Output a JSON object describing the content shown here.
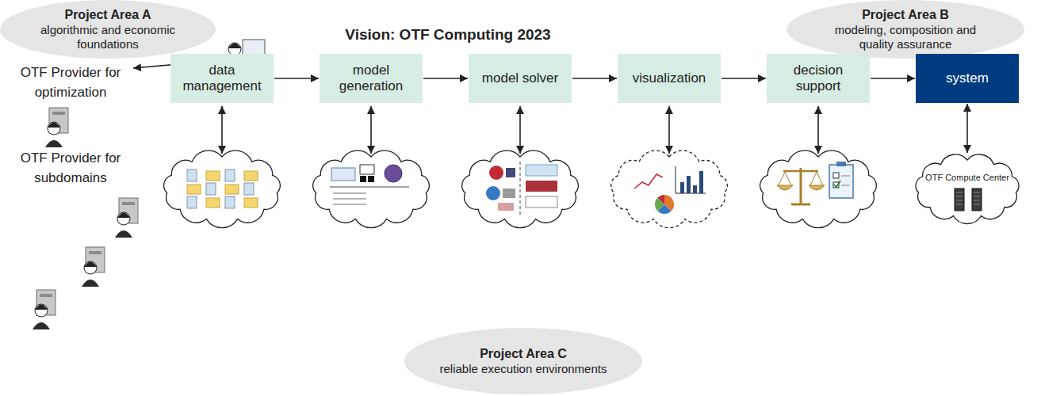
{
  "diagram": {
    "title": "Vision: OTF Computing 2023",
    "nodes": [
      {
        "text": [
          "Project Area A",
          "algorithmic and economic foundations"
        ]
      },
      {
        "text": [
          "Project Area B",
          "modeling, composition and quality assurance"
        ]
      },
      {
        "text": [
          "data management"
        ]
      },
      {
        "text": [
          "model generation"
        ]
      },
      {
        "text": [
          "model solver"
        ]
      },
      {
        "text": [
          "visualization"
        ]
      },
      {
        "text": [
          "decision support"
        ]
      },
      {
        "text": [
          "system"
        ]
      },
      {
        "text": [
          "OTF Compute Center"
        ]
      },
      {
        "text": [
          "Project Area C",
          "reliable execution environments"
        ]
      }
    ],
    "edges": [
      {
        "from": 2,
        "to": 3,
        "arrow": "to"
      },
      {
        "from": 3,
        "to": 4,
        "arrow": "to"
      },
      {
        "from": 4,
        "to": 5,
        "arrow": "to"
      },
      {
        "from": 5,
        "to": 6,
        "arrow": "to"
      },
      {
        "from": 6,
        "to": 7,
        "arrow": "to"
      },
      {
        "from": 7,
        "to": 8,
        "arrow": "both"
      }
    ],
    "labels": [
      "OTF Provider for optimization",
      "OTF Provider for subdomains"
    ]
  }
}
